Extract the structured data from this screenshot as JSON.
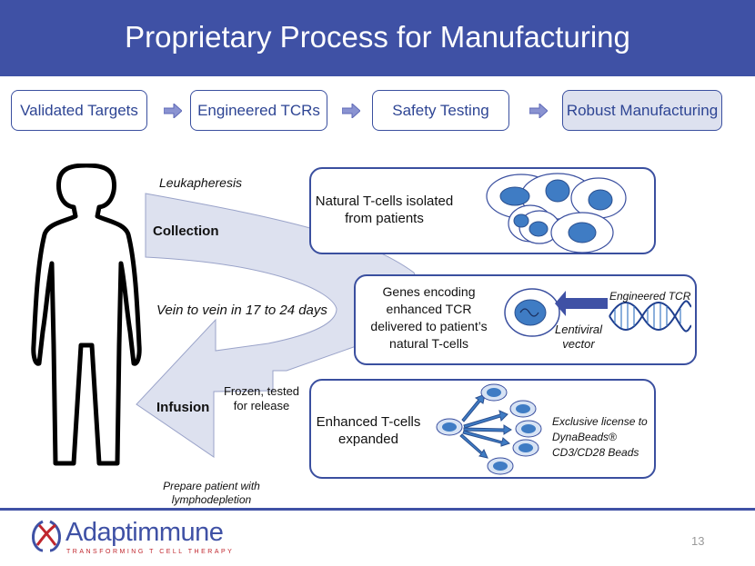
{
  "title": "Proprietary Process for Manufacturing",
  "steps": [
    "Validated Targets",
    "Engineered TCRs",
    "Safety Testing",
    "Robust Manufacturing"
  ],
  "flow": {
    "leukapheresis": "Leukapheresis",
    "collection": "Collection",
    "vein_to_vein": "Vein to vein in 17 to 24 days",
    "frozen": "Frozen, tested\nfor release",
    "infusion": "Infusion",
    "prepare": "Prepare patient with\nlymphodepletion"
  },
  "boxes": {
    "natural": "Natural T-cells isolated\nfrom patients",
    "genes": "Genes encoding\nenhanced TCR\ndelivered to patient’s\nnatural T-cells",
    "engineered_tcr": "Engineered TCR",
    "lentiviral": "Lentiviral\nvector",
    "enhanced": "Enhanced T-cells\nexpanded",
    "license": "Exclusive license to\nDynaBeads®\nCD3/CD28 Beads"
  },
  "footer": {
    "logo_name": "Adaptimmune",
    "logo_tagline": "TRANSFORMING T CELL THERAPY",
    "page_number": "13"
  },
  "colors": {
    "title_bar": "#3f51a5",
    "box_border": "#3a4f9f",
    "arrow_fill": "#dde1ef",
    "cell_blue": "#3f7cc4",
    "logo_red": "#c0262d"
  }
}
